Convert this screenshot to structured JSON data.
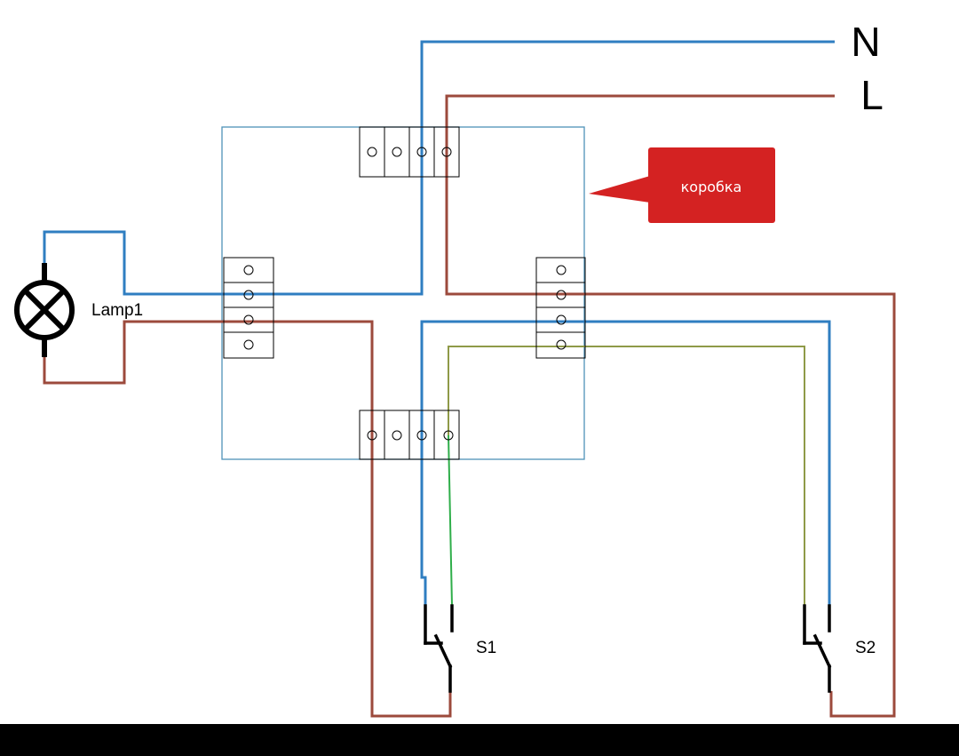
{
  "labels": {
    "neutral": "N",
    "line": "L",
    "lamp": "Lamp1",
    "switch1": "S1",
    "switch2": "S2",
    "box_callout": "коробка"
  },
  "colors": {
    "neutral_wire": "#2f7ec1",
    "line_wire": "#9c4a3c",
    "traveler_wire_olive": "#8f9a48",
    "traveler_wire_green": "#2fae4a",
    "box_outline": "#4e92b8",
    "callout_fill": "#d42222",
    "terminal_stroke": "#000000"
  }
}
